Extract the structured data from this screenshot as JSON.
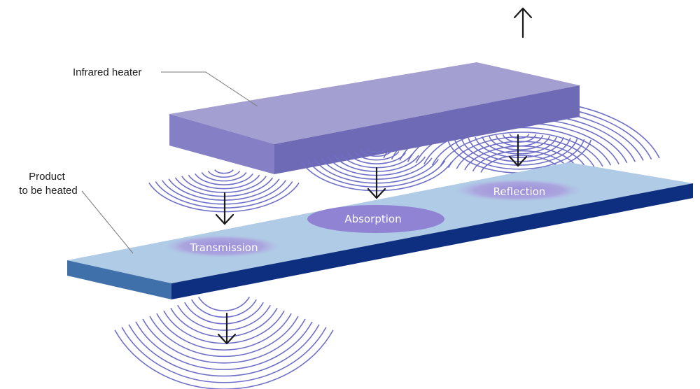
{
  "labels": {
    "heater": "Infrared heater",
    "product_line1": "Product",
    "product_line2": "to be heated",
    "transmission": "Transmission",
    "absorption": "Absorption",
    "reflection": "Reflection"
  },
  "colors": {
    "heater_top": "#a39fd0",
    "heater_front": "#8580c6",
    "heater_side": "#6f6ab5",
    "product_top": "#afcbe6",
    "product_front": "#0e2f80",
    "product_side": "#3f70aa",
    "wave": "#6f6fc8",
    "spot": "#9f8fd8",
    "arrow": "#1a1a1a"
  }
}
